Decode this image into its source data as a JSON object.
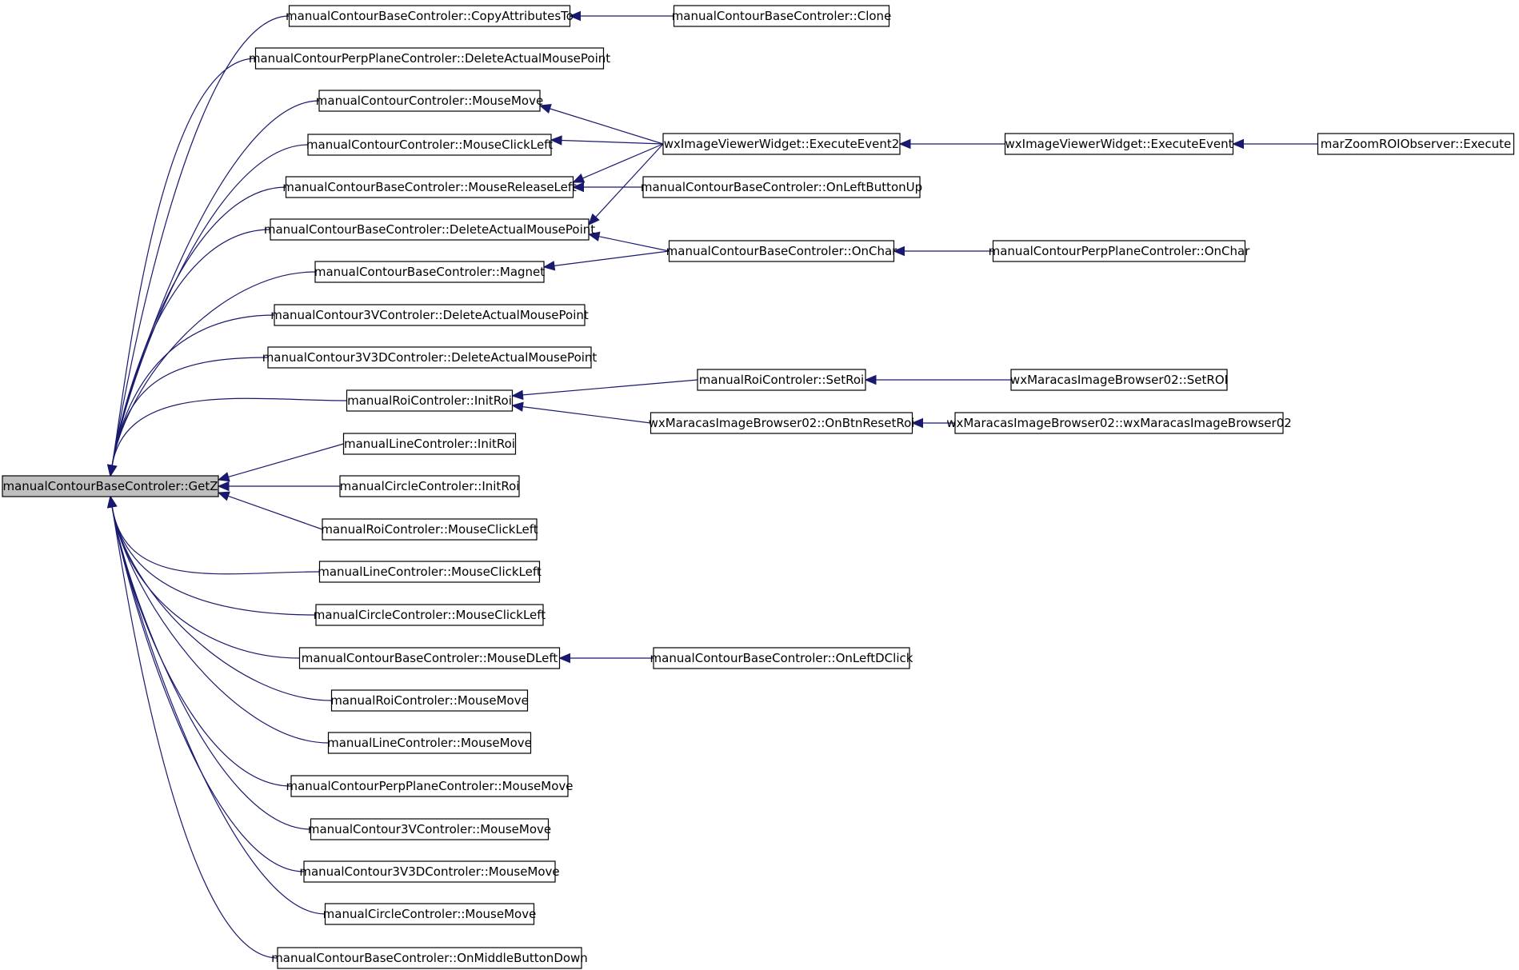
{
  "diagram": {
    "root": "manualContourBaseControler::GetZ",
    "nodes": [
      {
        "id": "n0",
        "label": "manualContourBaseControler::GetZ",
        "root": true
      },
      {
        "id": "n1",
        "label": "manualContourBaseControler::CopyAttributesTo"
      },
      {
        "id": "n2",
        "label": "manualContourPerpPlaneControler::DeleteActualMousePoint"
      },
      {
        "id": "n3",
        "label": "manualContourControler::MouseMove"
      },
      {
        "id": "n4",
        "label": "manualContourControler::MouseClickLeft"
      },
      {
        "id": "n5",
        "label": "manualContourBaseControler::MouseReleaseLeft"
      },
      {
        "id": "n6",
        "label": "manualContourBaseControler::DeleteActualMousePoint"
      },
      {
        "id": "n7",
        "label": "manualContourBaseControler::Magnet"
      },
      {
        "id": "n8",
        "label": "manualContour3VControler::DeleteActualMousePoint"
      },
      {
        "id": "n9",
        "label": "manualContour3V3DControler::DeleteActualMousePoint"
      },
      {
        "id": "n10",
        "label": "manualRoiControler::InitRoi"
      },
      {
        "id": "n11",
        "label": "manualLineControler::InitRoi"
      },
      {
        "id": "n12",
        "label": "manualCircleControler::InitRoi"
      },
      {
        "id": "n13",
        "label": "manualRoiControler::MouseClickLeft"
      },
      {
        "id": "n14",
        "label": "manualLineControler::MouseClickLeft"
      },
      {
        "id": "n15",
        "label": "manualCircleControler::MouseClickLeft"
      },
      {
        "id": "n16",
        "label": "manualContourBaseControler::MouseDLeft"
      },
      {
        "id": "n17",
        "label": "manualRoiControler::MouseMove"
      },
      {
        "id": "n18",
        "label": "manualLineControler::MouseMove"
      },
      {
        "id": "n19",
        "label": "manualContourPerpPlaneControler::MouseMove"
      },
      {
        "id": "n20",
        "label": "manualContour3VControler::MouseMove"
      },
      {
        "id": "n21",
        "label": "manualContour3V3DControler::MouseMove"
      },
      {
        "id": "n22",
        "label": "manualCircleControler::MouseMove"
      },
      {
        "id": "n23",
        "label": "manualContourBaseControler::OnMiddleButtonDown"
      },
      {
        "id": "n24",
        "label": "manualContourBaseControler::Clone"
      },
      {
        "id": "n25",
        "label": "wxImageViewerWidget::ExecuteEvent2"
      },
      {
        "id": "n26",
        "label": "manualContourBaseControler::OnLeftButtonUp"
      },
      {
        "id": "n27",
        "label": "manualContourBaseControler::OnChar"
      },
      {
        "id": "n28",
        "label": "manualRoiControler::SetRoi"
      },
      {
        "id": "n29",
        "label": "wxMaracasImageBrowser02::OnBtnResetRoi"
      },
      {
        "id": "n30",
        "label": "manualContourBaseControler::OnLeftDClick"
      },
      {
        "id": "n31",
        "label": "wxImageViewerWidget::ExecuteEvent"
      },
      {
        "id": "n32",
        "label": "manualContourPerpPlaneControler::OnChar"
      },
      {
        "id": "n33",
        "label": "wxMaracasImageBrowser02::SetROI"
      },
      {
        "id": "n34",
        "label": "wxMaracasImageBrowser02::wxMaracasImageBrowser02"
      },
      {
        "id": "n35",
        "label": "marZoomROIObserver::Execute"
      }
    ],
    "edges": [
      {
        "from": "n1",
        "to": "n0"
      },
      {
        "from": "n2",
        "to": "n0"
      },
      {
        "from": "n3",
        "to": "n0"
      },
      {
        "from": "n4",
        "to": "n0"
      },
      {
        "from": "n5",
        "to": "n0"
      },
      {
        "from": "n6",
        "to": "n0"
      },
      {
        "from": "n7",
        "to": "n0"
      },
      {
        "from": "n8",
        "to": "n0"
      },
      {
        "from": "n9",
        "to": "n0"
      },
      {
        "from": "n10",
        "to": "n0"
      },
      {
        "from": "n11",
        "to": "n0"
      },
      {
        "from": "n12",
        "to": "n0"
      },
      {
        "from": "n13",
        "to": "n0"
      },
      {
        "from": "n14",
        "to": "n0"
      },
      {
        "from": "n15",
        "to": "n0"
      },
      {
        "from": "n16",
        "to": "n0"
      },
      {
        "from": "n17",
        "to": "n0"
      },
      {
        "from": "n18",
        "to": "n0"
      },
      {
        "from": "n19",
        "to": "n0"
      },
      {
        "from": "n20",
        "to": "n0"
      },
      {
        "from": "n21",
        "to": "n0"
      },
      {
        "from": "n22",
        "to": "n0"
      },
      {
        "from": "n23",
        "to": "n0"
      },
      {
        "from": "n24",
        "to": "n1"
      },
      {
        "from": "n25",
        "to": "n3"
      },
      {
        "from": "n25",
        "to": "n4"
      },
      {
        "from": "n25",
        "to": "n5"
      },
      {
        "from": "n25",
        "to": "n6"
      },
      {
        "from": "n26",
        "to": "n5"
      },
      {
        "from": "n27",
        "to": "n6"
      },
      {
        "from": "n27",
        "to": "n7"
      },
      {
        "from": "n28",
        "to": "n10"
      },
      {
        "from": "n29",
        "to": "n10"
      },
      {
        "from": "n30",
        "to": "n16"
      },
      {
        "from": "n31",
        "to": "n25"
      },
      {
        "from": "n32",
        "to": "n27"
      },
      {
        "from": "n33",
        "to": "n28"
      },
      {
        "from": "n34",
        "to": "n29"
      },
      {
        "from": "n35",
        "to": "n31"
      }
    ]
  },
  "colors": {
    "edge": "#191970",
    "root_fill": "#bfbfbf",
    "node_fill": "#ffffff",
    "node_stroke": "#000000"
  }
}
